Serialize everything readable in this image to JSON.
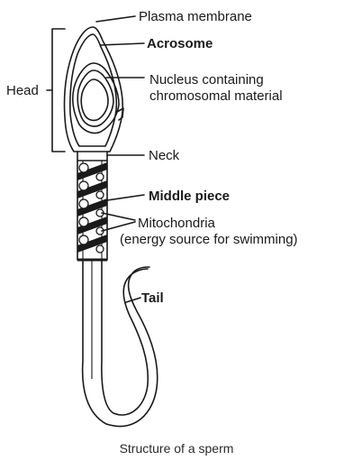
{
  "labels": {
    "plasma_membrane": "Plasma membrane",
    "acrosome": "Acrosome",
    "nucleus_line1": "Nucleus containing",
    "nucleus_line2": "chromosomal material",
    "head": "Head",
    "neck": "Neck",
    "middle_piece": "Middle piece",
    "mitochondria_line1": "Mitochondria",
    "mitochondria_line2": "(energy source for swimming)",
    "tail": "Tail"
  },
  "caption": "Structure of a sperm"
}
